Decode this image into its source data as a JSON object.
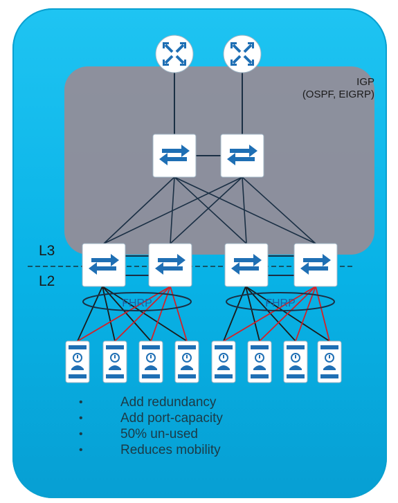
{
  "igp": {
    "title": "IGP",
    "protocols": "(OSPF, EIGRP)"
  },
  "layers": {
    "upper": "L3",
    "lower": "L2"
  },
  "fhrp_groups": [
    {
      "label": "FHRP"
    },
    {
      "label": "FHRP"
    }
  ],
  "bullets": [
    "Add redundancy",
    "Add port-capacity",
    "50% un-used",
    "Reduces mobility"
  ],
  "bullet_glyph": "•",
  "colors": {
    "background": "#08b2e6",
    "igp_region": "#928e99",
    "link": "#1a2f44",
    "redundant_link": "#d42027",
    "device_icon": "#1f6fb4"
  },
  "icons": {
    "router": "router-icon",
    "switch": "switch-icon",
    "server": "server-icon"
  }
}
